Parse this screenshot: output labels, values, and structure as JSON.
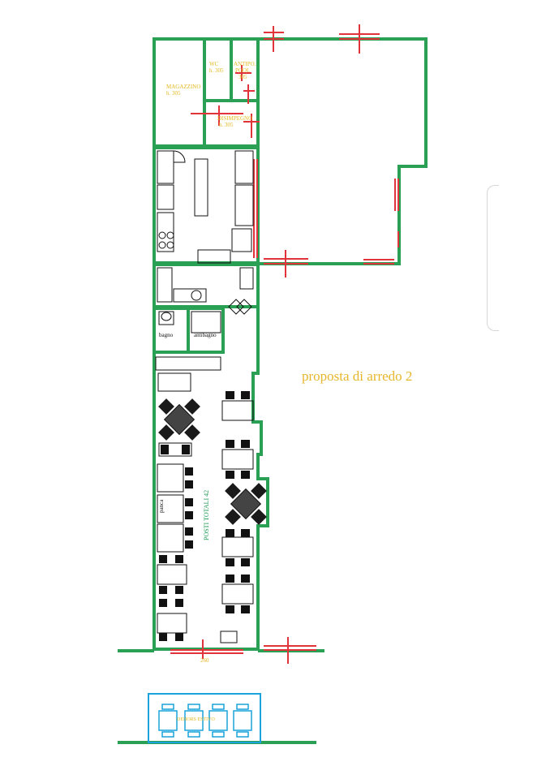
{
  "document": {
    "title": "proposta di arredo 2",
    "seats_label": "POSTI TOTALI 42"
  },
  "rooms": {
    "magazzino": "MAGAZZINO",
    "magazzino_h": "h. 305",
    "wc": "WC",
    "wc_h": "h. 305",
    "antipool": "ANTIPO.",
    "antipool_sub": "POOL",
    "antipool_h": "305",
    "disimpegno": "DISIMPEGNO",
    "disimpegno_h": "h. 305",
    "bagno": "bagno",
    "antibagno": "antibagno",
    "panca": "panca",
    "entrance_mark": "260",
    "dehors": "DEHORS ESTIVO"
  },
  "colors": {
    "wall": "#2aa055",
    "window": "#e0343a",
    "furniture": "#111111",
    "dehors": "#1aa3dc",
    "label_yellow": "#e3b820"
  }
}
